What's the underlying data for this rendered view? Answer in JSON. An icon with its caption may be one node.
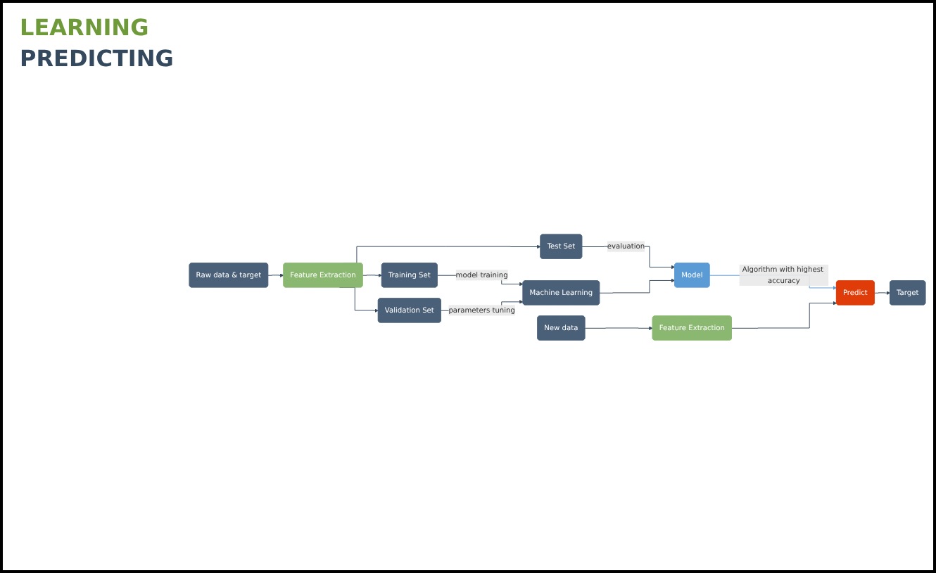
{
  "diagram": {
    "nodes": [
      {
        "text": [
          "Raw data & target"
        ]
      },
      {
        "text": [
          "Feature Extraction"
        ]
      },
      {
        "text": [
          "Training Set"
        ]
      },
      {
        "text": [
          "Validation Set"
        ]
      },
      {
        "text": [
          "Test Set"
        ]
      },
      {
        "text": [
          "Machine Learning"
        ]
      },
      {
        "text": [
          "Model"
        ]
      },
      {
        "text": [
          "New data"
        ]
      },
      {
        "text": [
          "Feature Extraction"
        ]
      },
      {
        "text": [
          "Predict"
        ]
      },
      {
        "text": [
          "Target"
        ]
      }
    ],
    "edges": [
      {
        "from": 0,
        "to": 1,
        "arrow": "to"
      },
      {
        "from": 1,
        "to": 2,
        "arrow": "to"
      },
      {
        "from": 1,
        "to": 3,
        "arrow": "to"
      },
      {
        "from": 1,
        "to": 4,
        "arrow": "to"
      },
      {
        "from": 2,
        "to": 5,
        "arrow": "to",
        "label": "model training"
      },
      {
        "from": 3,
        "to": 5,
        "arrow": "to",
        "label": "parameters tuning"
      },
      {
        "from": 4,
        "to": 6,
        "arrow": "to",
        "label": "evaluation"
      },
      {
        "from": 5,
        "to": 6,
        "arrow": "to"
      },
      {
        "from": 6,
        "to": 9,
        "arrow": "to",
        "label": "Algorithm with highest accuracy",
        "color": "#5b9bd5"
      },
      {
        "from": 7,
        "to": 8,
        "arrow": "to"
      },
      {
        "from": 8,
        "to": 9,
        "arrow": "to"
      },
      {
        "from": 9,
        "to": 10,
        "arrow": "to"
      }
    ],
    "labels": [
      "LEARNING",
      "PREDICTING"
    ]
  }
}
